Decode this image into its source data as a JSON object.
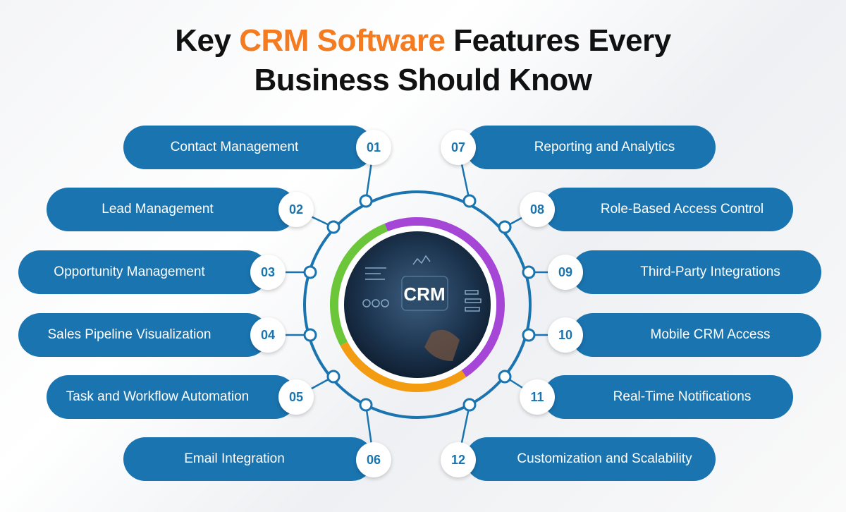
{
  "title": {
    "line1_pre": "Key ",
    "line1_accent": "CRM Software",
    "line1_post": " Features Every",
    "line2": "Business Should Know"
  },
  "center": {
    "label": "CRM"
  },
  "colors": {
    "pill": "#1a74b0",
    "accent": "#f47b20",
    "arc_green": "#6cc63a",
    "arc_purple": "#a646d6",
    "arc_orange": "#f39c12"
  },
  "features": [
    {
      "num": "01",
      "label": "Contact Management"
    },
    {
      "num": "02",
      "label": "Lead Management"
    },
    {
      "num": "03",
      "label": "Opportunity Management"
    },
    {
      "num": "04",
      "label": "Sales Pipeline Visualization"
    },
    {
      "num": "05",
      "label": "Task and Workflow Automation"
    },
    {
      "num": "06",
      "label": "Email Integration"
    },
    {
      "num": "07",
      "label": "Reporting and Analytics"
    },
    {
      "num": "08",
      "label": "Role-Based Access Control"
    },
    {
      "num": "09",
      "label": "Third-Party Integrations"
    },
    {
      "num": "10",
      "label": "Mobile CRM Access"
    },
    {
      "num": "11",
      "label": "Real-Time Notifications"
    },
    {
      "num": "12",
      "label": "Customization and Scalability"
    }
  ]
}
